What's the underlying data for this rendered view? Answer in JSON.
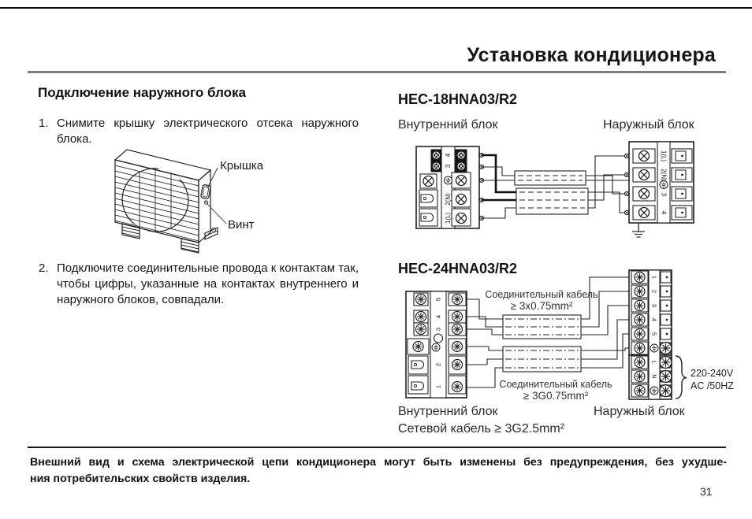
{
  "page": {
    "title": "Установка кондиционера",
    "page_number": "31",
    "footer_lines": [
      "Внешний вид и схема электрической цепи кондиционера могут быть изменены без предупреждения, без ухудше-",
      "ния потребительских свойств изделия."
    ]
  },
  "left": {
    "heading": "Подключение наружного блока",
    "step1_num": "1.",
    "step1_lines": [
      "Снимите крышку электрического отсека наружного",
      "блока."
    ],
    "step2_num": "2.",
    "step2_lines": [
      "Подключите соединительные провода к контактам так,",
      "чтобы цифры, указанные на контактах внутреннего и",
      "наружного блоков, совпадали."
    ],
    "figure": {
      "cover_label": "Крышка",
      "screw_label": "Винт"
    }
  },
  "hec18": {
    "model": "HEC-18HNA03/R2",
    "indoor_label": "Внутренний блок",
    "outdoor_label": "Наружный блок",
    "terminals": [
      "1(L)",
      "2(N)",
      "3",
      "4"
    ]
  },
  "hec24": {
    "model": "HEC-24HNA03/R2",
    "indoor_label": "Внутренний блок",
    "outdoor_label": "Наружный блок",
    "power_cable": "Сетевой кабель ≥ 3G2.5mm²",
    "cable1_lines": [
      "Соединительный кабель",
      "≥ 3x0.75mm²"
    ],
    "cable2_lines": [
      "Соединительный кабель",
      "≥ 3G0.75mm²"
    ],
    "power_supply_lines": [
      "220-240V",
      "AC /50HZ"
    ],
    "indoor_terminals": [
      "1",
      "2",
      "3",
      "4",
      "5"
    ],
    "outdoor_terminals": [
      "1",
      "2",
      "3",
      "4",
      "5",
      "L",
      "N"
    ]
  }
}
